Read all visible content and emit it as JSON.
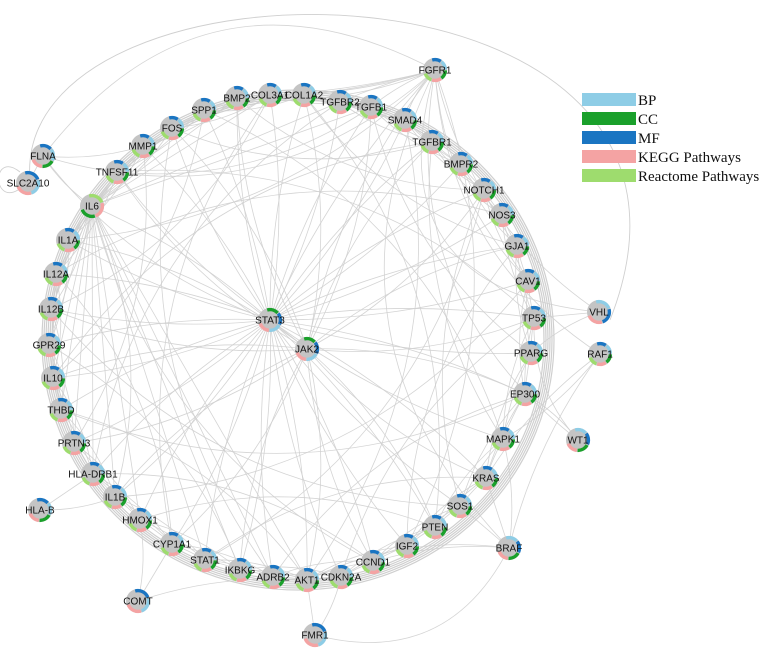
{
  "colors": {
    "BP": "#8ecde6",
    "CC": "#1aa02b",
    "MF": "#1a75c2",
    "KEGG": "#f4a3a3",
    "Reactome": "#9edc6e",
    "edge": "#cfcfcf",
    "node_fill": "#c4c4c4"
  },
  "legend": [
    {
      "key": "BP",
      "label": "BP"
    },
    {
      "key": "CC",
      "label": "CC"
    },
    {
      "key": "MF",
      "label": "MF"
    },
    {
      "key": "KEGG",
      "label": "KEGG Pathways"
    },
    {
      "key": "Reactome",
      "label": "Reactome Pathways"
    }
  ],
  "nodes": [
    {
      "id": "FGFR1",
      "label": "FGFR1"
    },
    {
      "id": "TGFBR2",
      "label": "TGFBR2"
    },
    {
      "id": "TGFB1",
      "label": "TGFB1"
    },
    {
      "id": "SMAD4",
      "label": "SMAD4"
    },
    {
      "id": "TGFBR1",
      "label": "TGFBR1"
    },
    {
      "id": "BMPR2",
      "label": "BMPR2"
    },
    {
      "id": "NOTCH1",
      "label": "NOTCH1"
    },
    {
      "id": "NOS3",
      "label": "NOS3"
    },
    {
      "id": "GJA1",
      "label": "GJA1"
    },
    {
      "id": "CAV1",
      "label": "CAV1"
    },
    {
      "id": "TP53",
      "label": "TP53"
    },
    {
      "id": "PPARG",
      "label": "PPARG"
    },
    {
      "id": "EP300",
      "label": "EP300"
    },
    {
      "id": "MAPK1",
      "label": "MAPK1"
    },
    {
      "id": "KRAS",
      "label": "KRAS"
    },
    {
      "id": "SOS1",
      "label": "SOS1"
    },
    {
      "id": "PTEN",
      "label": "PTEN"
    },
    {
      "id": "IGF2",
      "label": "IGF2"
    },
    {
      "id": "CCND1",
      "label": "CCND1"
    },
    {
      "id": "CDKN2A",
      "label": "CDKN2A"
    },
    {
      "id": "AKT1",
      "label": "AKT1"
    },
    {
      "id": "ADRB2",
      "label": "ADRB2"
    },
    {
      "id": "IKBKG",
      "label": "IKBKG"
    },
    {
      "id": "STAT1",
      "label": "STAT1"
    },
    {
      "id": "CYP1A1",
      "label": "CYP1A1"
    },
    {
      "id": "HMOX1",
      "label": "HMOX1"
    },
    {
      "id": "IL1B",
      "label": "IL1B"
    },
    {
      "id": "HLA-DRB1",
      "label": "HLA-DRB1"
    },
    {
      "id": "PRTN3",
      "label": "PRTN3"
    },
    {
      "id": "THBD",
      "label": "THBD"
    },
    {
      "id": "IL10",
      "label": "IL10"
    },
    {
      "id": "GPR29",
      "label": "GPR29"
    },
    {
      "id": "IL12B",
      "label": "IL12B"
    },
    {
      "id": "IL12A",
      "label": "IL12A"
    },
    {
      "id": "IL1A",
      "label": "IL1A"
    },
    {
      "id": "IL6",
      "label": "IL6"
    },
    {
      "id": "TNFSF11",
      "label": "TNFSF11"
    },
    {
      "id": "MMP1",
      "label": "MMP1"
    },
    {
      "id": "FOS",
      "label": "FOS"
    },
    {
      "id": "SPP1",
      "label": "SPP1"
    },
    {
      "id": "BMP2",
      "label": "BMP2"
    },
    {
      "id": "COL3A1",
      "label": "COL3A1"
    },
    {
      "id": "COL1A2",
      "label": "COL1A2"
    },
    {
      "id": "STAT3",
      "label": "STAT3"
    },
    {
      "id": "JAK2",
      "label": "JAK2"
    },
    {
      "id": "FLNA",
      "label": "FLNA"
    },
    {
      "id": "SLC2A10",
      "label": "SLC2A10"
    },
    {
      "id": "VHL",
      "label": "VHL"
    },
    {
      "id": "RAF1",
      "label": "RAF1"
    },
    {
      "id": "WT1",
      "label": "WT1"
    },
    {
      "id": "BRAF",
      "label": "BRAF"
    },
    {
      "id": "FMR1",
      "label": "FMR1"
    },
    {
      "id": "COMT",
      "label": "COMT"
    },
    {
      "id": "HLA-B",
      "label": "HLA-B"
    }
  ]
}
